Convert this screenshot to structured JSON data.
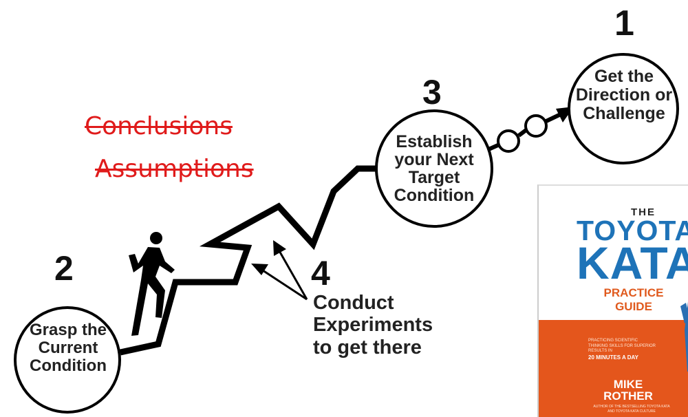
{
  "steps": {
    "one": {
      "number": "1",
      "label_lines": [
        "Get the",
        "Direction or",
        "Challenge"
      ]
    },
    "two": {
      "number": "2",
      "label_lines": [
        "Grasp the",
        "Current",
        "Condition"
      ]
    },
    "three": {
      "number": "3",
      "label_lines": [
        "Establish",
        "your Next",
        "Target",
        "Condition"
      ]
    },
    "four": {
      "number": "4",
      "label_lines": [
        "Conduct",
        "Experiments",
        "to get there"
      ]
    }
  },
  "struck_words": [
    "Conclusions",
    "Assumptions"
  ],
  "book": {
    "the": "THE",
    "title_line1": "TOYOTA",
    "title_line2": "KATA",
    "subtitle_lines": [
      "PRACTICE",
      "GUIDE"
    ],
    "tagline": "PRACTICING SCIENTIFIC THINKING SKILLS FOR SUPERIOR RESULTS IN",
    "tagline_emphasis": "20 MINUTES A DAY",
    "author_lines": [
      "MIKE",
      "ROTHER"
    ],
    "author_note": "AUTHOR OF THE BESTSELLING TOYOTA KATA AND TOYOTA KATA CULTURE"
  },
  "colors": {
    "strike_red": "#e01b1b",
    "book_blue": "#1e73b8",
    "book_orange": "#e4561c"
  }
}
